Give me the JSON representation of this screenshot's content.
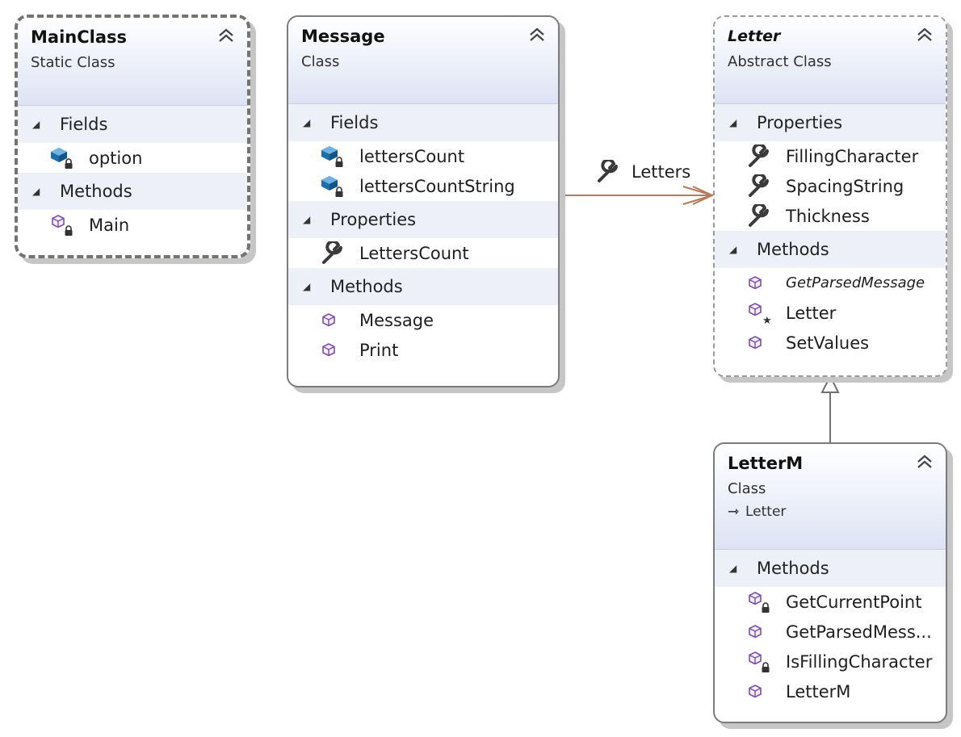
{
  "classes": {
    "main_class": {
      "name": "MainClass",
      "kind": "Static Class",
      "sections": [
        {
          "title": "Fields",
          "items": [
            {
              "label": "option",
              "icon": "private-field-icon"
            }
          ]
        },
        {
          "title": "Methods",
          "items": [
            {
              "label": "Main",
              "icon": "private-method-icon"
            }
          ]
        }
      ]
    },
    "message": {
      "name": "Message",
      "kind": "Class",
      "sections": [
        {
          "title": "Fields",
          "items": [
            {
              "label": "lettersCount",
              "icon": "private-field-icon"
            },
            {
              "label": "lettersCountString",
              "icon": "private-field-icon"
            }
          ]
        },
        {
          "title": "Properties",
          "items": [
            {
              "label": "LettersCount",
              "icon": "property-wrench-icon"
            }
          ]
        },
        {
          "title": "Methods",
          "items": [
            {
              "label": "Message",
              "icon": "method-icon"
            },
            {
              "label": "Print",
              "icon": "method-icon"
            }
          ]
        }
      ]
    },
    "letter": {
      "name": "Letter",
      "kind": "Abstract Class",
      "sections": [
        {
          "title": "Properties",
          "items": [
            {
              "label": "FillingCharacter",
              "icon": "property-wrench-icon"
            },
            {
              "label": "SpacingString",
              "icon": "property-wrench-icon"
            },
            {
              "label": "Thickness",
              "icon": "property-wrench-icon"
            }
          ]
        },
        {
          "title": "Methods",
          "items": [
            {
              "label": "GetParsedMessage",
              "icon": "method-icon",
              "italic": true
            },
            {
              "label": "Letter",
              "icon": "protected-method-icon"
            },
            {
              "label": "SetValues",
              "icon": "method-icon"
            }
          ]
        }
      ]
    },
    "letter_m": {
      "name": "LetterM",
      "kind": "Class",
      "base": "Letter",
      "sections": [
        {
          "title": "Methods",
          "items": [
            {
              "label": "GetCurrentPoint",
              "icon": "private-method-icon"
            },
            {
              "label": "GetParsedMess...",
              "icon": "method-icon"
            },
            {
              "label": "IsFillingCharacter",
              "icon": "private-method-icon"
            },
            {
              "label": "LetterM",
              "icon": "method-icon"
            }
          ]
        }
      ]
    }
  },
  "relations": {
    "association_label": "Letters",
    "association_icon": "property-wrench-icon",
    "inheritance": "LetterM → Letter"
  },
  "colors": {
    "association_line": "#b5785a",
    "inheritance_line": "#707070",
    "header_gradient_end": "#dde3f4",
    "section_band": "#eef0f7"
  }
}
